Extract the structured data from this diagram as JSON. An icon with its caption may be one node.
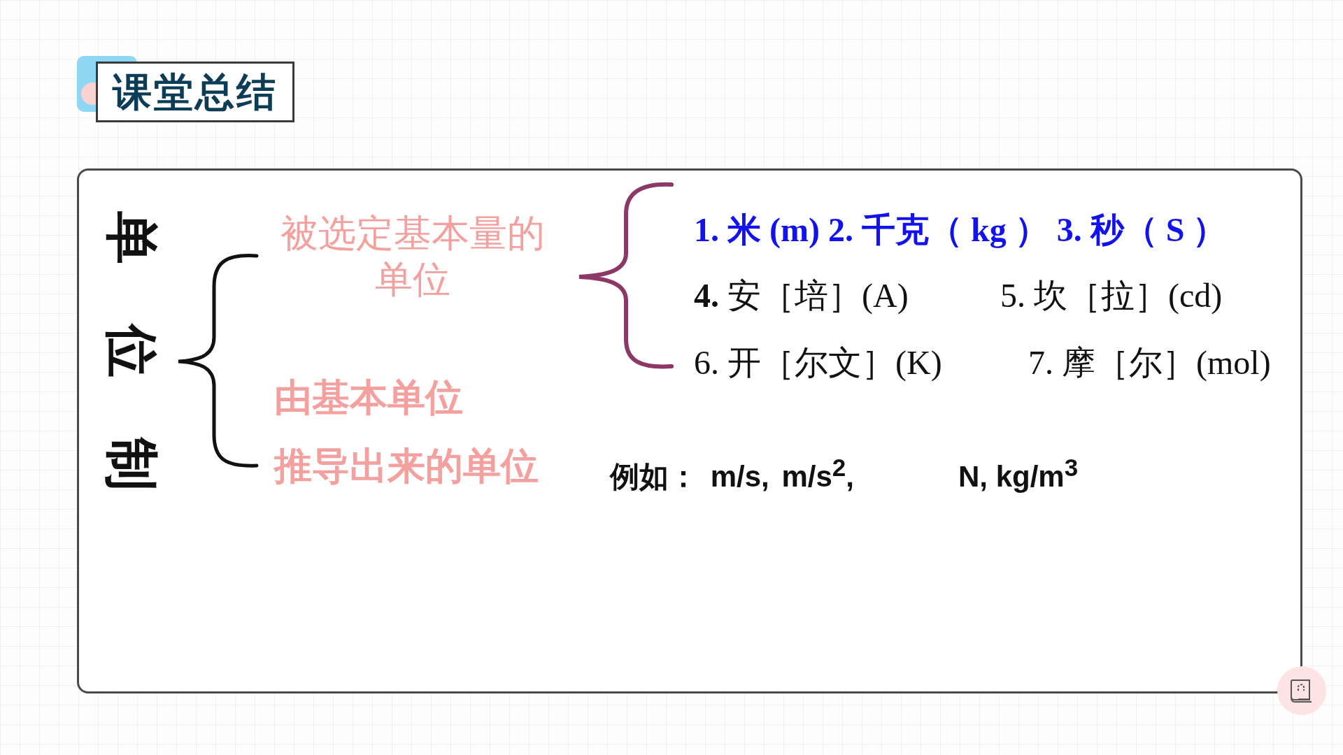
{
  "diagram": {
    "title": "课堂总结",
    "labels": [
      "单位制",
      "被选定基本量的单位",
      "由基本单位",
      "推导出来的单位",
      "1. 米 (m) 2. 千克（ kg ） 3. 秒（ S ）",
      "**4.** 安［培］(A)",
      "5. 坎［拉］(cd)",
      "6. 开［尔文］(K)",
      "7. 摩［尔］(mol)",
      "例如： m/s,  m/s$^{2}$,",
      "N, kg/m$^{3}$"
    ]
  }
}
